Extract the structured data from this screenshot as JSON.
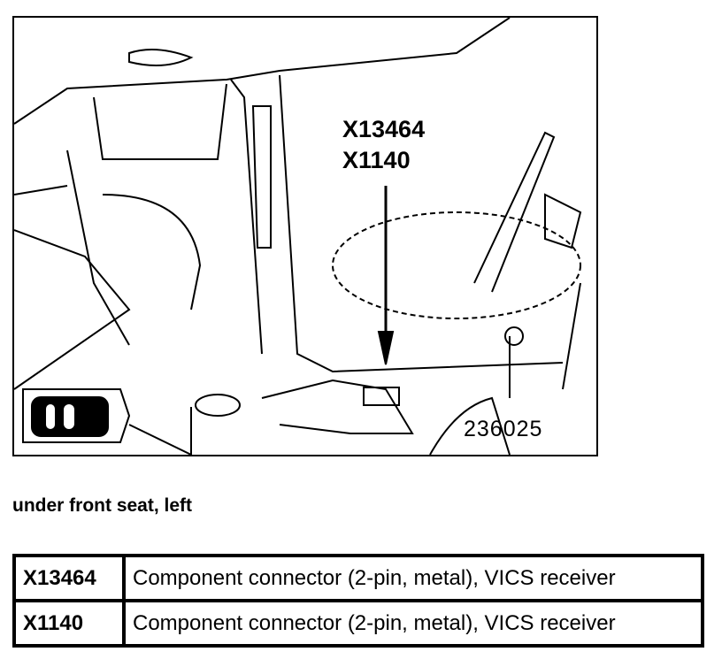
{
  "figure": {
    "callouts": [
      "X13464",
      "X1140"
    ],
    "figure_number": "236025"
  },
  "caption": "under front seat, left",
  "table": {
    "rows": [
      {
        "id": "X13464",
        "description": "Component connector (2-pin, metal), VICS receiver"
      },
      {
        "id": "X1140",
        "description": "Component connector (2-pin, metal), VICS receiver"
      }
    ]
  }
}
